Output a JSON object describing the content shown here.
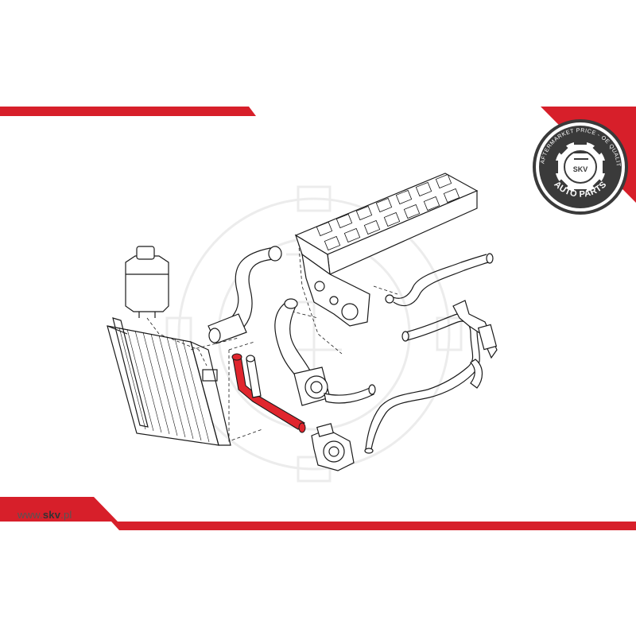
{
  "colors": {
    "brand_red": "#d71f2a",
    "line": "#1a1a1a",
    "highlight_hose": "#e0262e",
    "badge_dark": "#3a3a3a",
    "watermark": "#e8e8e8"
  },
  "badge": {
    "arc_text": "AFTERMARKET PRICE - OE QUALITY",
    "center_text": "SKV",
    "bottom_text": "AUTO PARTS"
  },
  "footer": {
    "prefix": "www.",
    "brand": "skv",
    "suffix": ".pl"
  },
  "icons": {
    "badge": "gear-logo-icon",
    "watermark": "gear-watermark-icon"
  }
}
